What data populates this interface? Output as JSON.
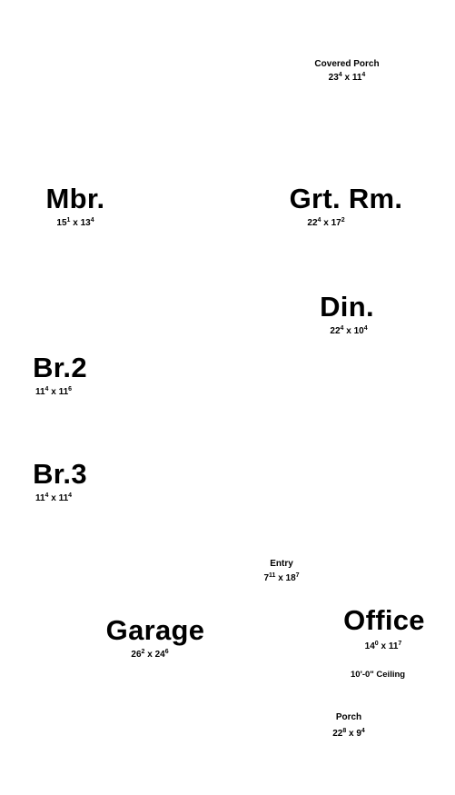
{
  "rooms": {
    "covered_porch": {
      "name": "Covered Porch",
      "w": "23",
      "w_sup": "4",
      "x": "x",
      "h": "11",
      "h_sup": "4"
    },
    "mbr": {
      "name": "Mbr.",
      "w": "15",
      "w_sup": "1",
      "x": "x",
      "h": "13",
      "h_sup": "4"
    },
    "grt_rm": {
      "name": "Grt. Rm.",
      "w": "22",
      "w_sup": "4",
      "x": "x",
      "h": "17",
      "h_sup": "2"
    },
    "din": {
      "name": "Din.",
      "w": "22",
      "w_sup": "4",
      "x": "x",
      "h": "10",
      "h_sup": "4"
    },
    "br2": {
      "name": "Br.2",
      "w": "11",
      "w_sup": "4",
      "x": "x",
      "h": "11",
      "h_sup": "6"
    },
    "br3": {
      "name": "Br.3",
      "w": "11",
      "w_sup": "4",
      "x": "x",
      "h": "11",
      "h_sup": "4"
    },
    "entry": {
      "name": "Entry",
      "w": "7",
      "w_sup": "11",
      "x": "x",
      "h": "18",
      "h_sup": "7"
    },
    "garage": {
      "name": "Garage",
      "w": "26",
      "w_sup": "2",
      "x": "x",
      "h": "24",
      "h_sup": "6"
    },
    "office": {
      "name": "Office",
      "w": "14",
      "w_sup": "0",
      "x": "x",
      "h": "11",
      "h_sup": "7",
      "note": "10'-0\" Ceiling"
    },
    "porch": {
      "name": "Porch",
      "w": "22",
      "w_sup": "8",
      "x": "x",
      "h": "9",
      "h_sup": "4"
    }
  }
}
